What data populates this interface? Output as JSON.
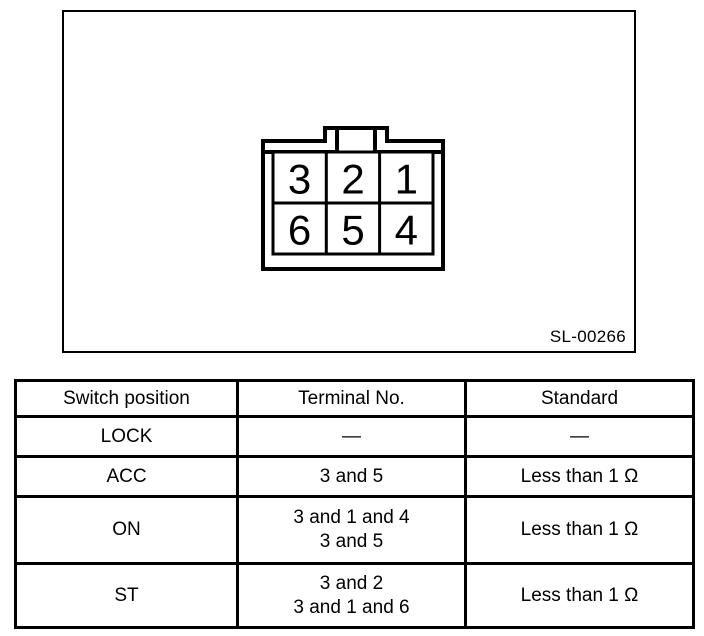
{
  "figure": {
    "caption": "SL-00266",
    "connector": {
      "name": "ignition-switch-connector",
      "rows": 2,
      "columns": 3,
      "pins_top_row": [
        "3",
        "2",
        "1"
      ],
      "pins_bottom_row": [
        "6",
        "5",
        "4"
      ],
      "has_locking_tab": true
    }
  },
  "table": {
    "headers": [
      "Switch position",
      "Terminal No.",
      "Standard"
    ],
    "rows": [
      {
        "switch_position": "LOCK",
        "terminal_no": [
          "—"
        ],
        "standard": "—"
      },
      {
        "switch_position": "ACC",
        "terminal_no": [
          "3 and 5"
        ],
        "standard": "Less than 1 Ω"
      },
      {
        "switch_position": "ON",
        "terminal_no": [
          "3 and 1 and 4",
          "3 and 5"
        ],
        "standard": "Less than 1 Ω"
      },
      {
        "switch_position": "ST",
        "terminal_no": [
          "3 and 2",
          "3 and 1 and 6"
        ],
        "standard": "Less than 1 Ω"
      }
    ]
  },
  "colors": {
    "line": "#000000",
    "background": "#ffffff"
  }
}
